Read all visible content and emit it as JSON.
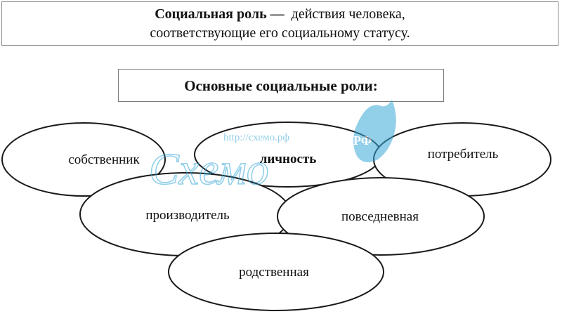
{
  "definition": {
    "term": "Социальная роль",
    "dash": "—",
    "line1_rest": "действия человека,",
    "line2": "соответствующие его социальному статусу."
  },
  "main_title": "Основные социальные роли:",
  "roles": [
    "собственник",
    "личность",
    "потребитель",
    "производитель",
    "повседневная",
    "родственная"
  ],
  "watermark": {
    "url": "http://схемо.рф",
    "logo": "Схемо",
    "badge": "РФ",
    "color": "#3aa8d8"
  }
}
